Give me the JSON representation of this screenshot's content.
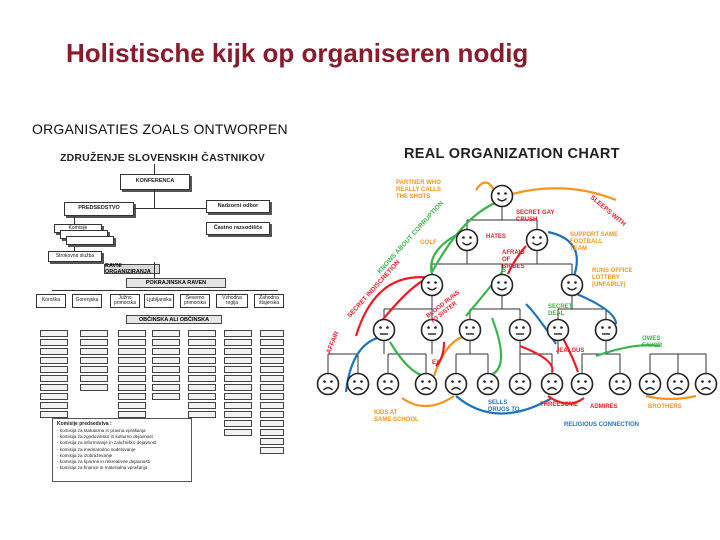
{
  "slide": {
    "title": "Holistische kijk op organiseren nodig",
    "subtitle": "ORGANISATIES ZOALS ONTWORPEN"
  },
  "designed_chart": {
    "header": "ZDRUŽENJE SLOVENSKIH ČASTNIKOV",
    "konferenca": "KONFERENCA",
    "predsedstvo": "PREDSEDSTVO",
    "nadzorni": "Nadzorni odbor",
    "castno": "Častno razsodišče",
    "komisije": "Komisije",
    "strokovna": "Strokovna služba",
    "ravni": "RAVNI ORGANIZIRANJA",
    "pokrajinska": "POKRAJINSKA RAVEN",
    "obcinska": "OBČINSKA ALI OBČINSKA",
    "regions": [
      "Koroška",
      "Gorenjska",
      "Južno primorska",
      "Ljubljanska",
      "Severno primorska",
      "Vzhodna regija",
      "Zahodna štajerska"
    ],
    "legend_title": "Komisije predsedstva :",
    "legend_items": [
      "- komisija za statutarna in pravna vprašanja",
      "- komisija za zgodovinsko in kulturno dejavnost",
      "- komisija za informiranje in založniško dejavnost",
      "- komisija za mednarodno sodelovanje",
      "- komisija za izobraževanje",
      "- komisija za športne in rekreativne dejavnosti",
      "- komisija za finance in materialna vprašanja"
    ]
  },
  "real_chart": {
    "title": "REAL ORGANIZATION CHART",
    "labels": {
      "partner": "PARTNER WHO\nREALLY CALLS\nTHE SHOTS",
      "sleeps": "SLEEPS WITH",
      "secret_gay": "SECRET GAY\nCRUSH",
      "hates": "HATES",
      "afraid": "AFRAID\nOF\nBRIBES",
      "golf": "GOLF",
      "knows": "KNOWS ABOUT CORRUPTION",
      "support": "SUPPORT SAME\nFOOTBALL\nTEAM",
      "runs": "RUNS OFFICE\nLOTTERY\n(UNFAIRLY)",
      "secret_ind": "SECRET INDISCRETION",
      "blood": "BLOOD RUNS\nTO SISTER",
      "secret_deal": "SECRET\nDEAL",
      "affair": "AFFAIR",
      "owes": "OWES\nFAVOR",
      "jealous": "JEALOUS",
      "ex": "EX",
      "sells": "SELLS\nDRUGS TO",
      "kids": "KIDS AT\nSAME SCHOOL",
      "threesome": "THREESOME",
      "admires": "ADMIRES",
      "brothers": "BROTHERS",
      "religious": "RELIGIOUS CONNECTION",
      "dollar": "$"
    }
  }
}
